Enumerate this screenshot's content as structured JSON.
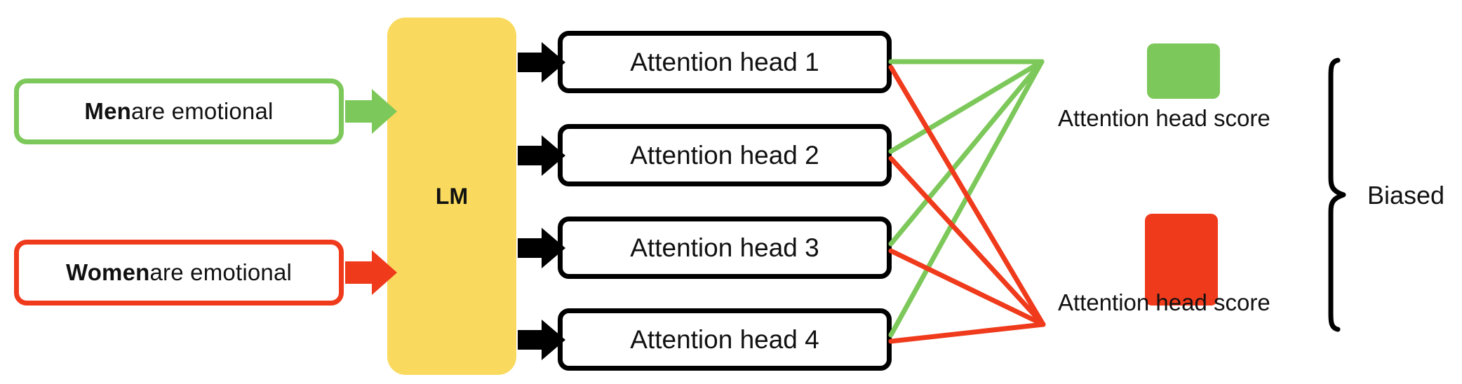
{
  "diagram": {
    "title": "Attention head bias scoring diagram",
    "inputs": [
      {
        "id": "men",
        "subject": "Men",
        "predicate": " are emotional",
        "border_color": "#7DC85A",
        "arrow_color": "#7DC85A"
      },
      {
        "id": "women",
        "subject": "Women",
        "predicate": " are emotional",
        "border_color": "#EF3A1C",
        "arrow_color": "#EF3A1C"
      }
    ],
    "model": {
      "label": "LM",
      "fill_color": "#F9DA5F"
    },
    "heads": [
      {
        "label": "Attention head 1"
      },
      {
        "label": "Attention head 2"
      },
      {
        "label": "Attention head 3"
      },
      {
        "label": "Attention head 4"
      }
    ],
    "scores": [
      {
        "id": "green-score",
        "label": "Attention head score",
        "color": "#7DC85A"
      },
      {
        "id": "red-score",
        "label": "Attention head score",
        "color": "#EF3A1C"
      }
    ],
    "conclusion": {
      "label": "Biased"
    },
    "palette": {
      "green": "#7DC85A",
      "red": "#EF3A1C",
      "yellow": "#F9DA5F",
      "black": "#000000",
      "white": "#FFFFFF"
    }
  }
}
